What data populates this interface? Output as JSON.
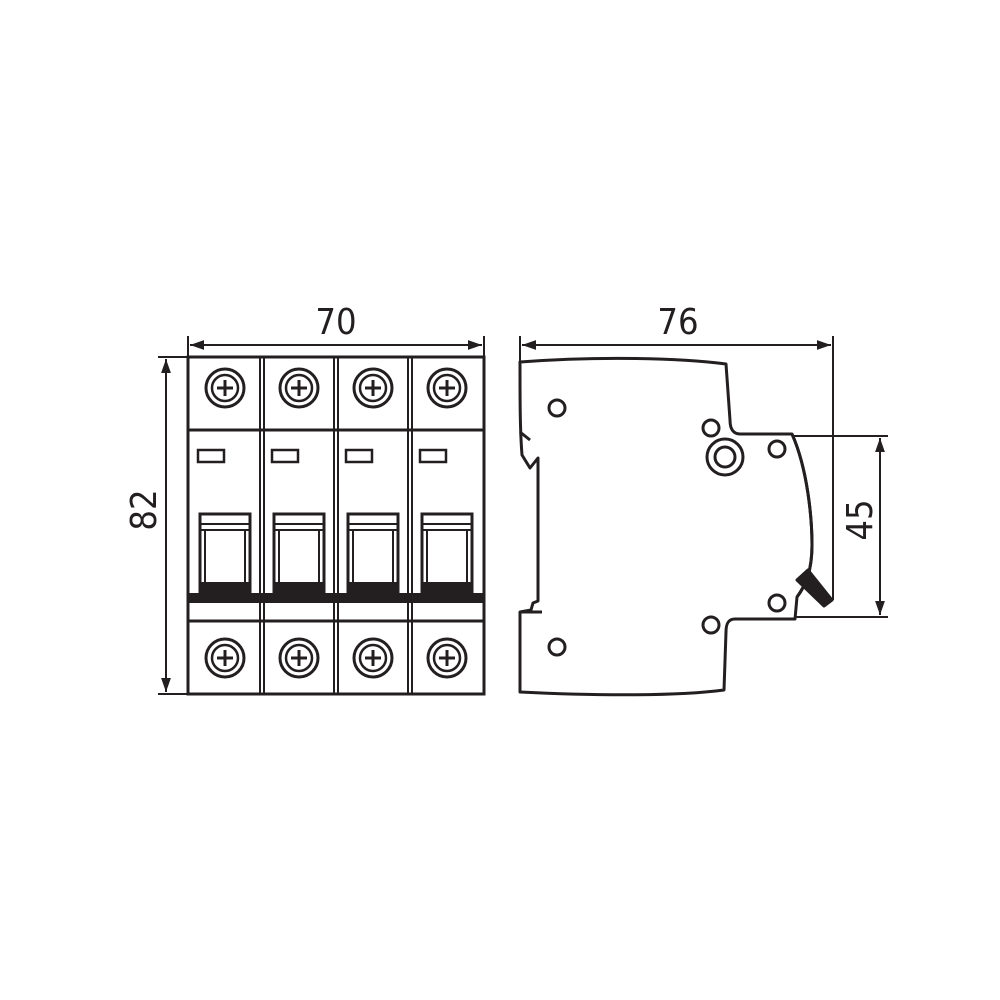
{
  "dimensions": {
    "front_width": "70",
    "front_height": "82",
    "side_depth": "76",
    "side_height": "45"
  },
  "front_view": {
    "pole_count": 4
  },
  "colors": {
    "line": "#231f20",
    "background": "#ffffff"
  }
}
